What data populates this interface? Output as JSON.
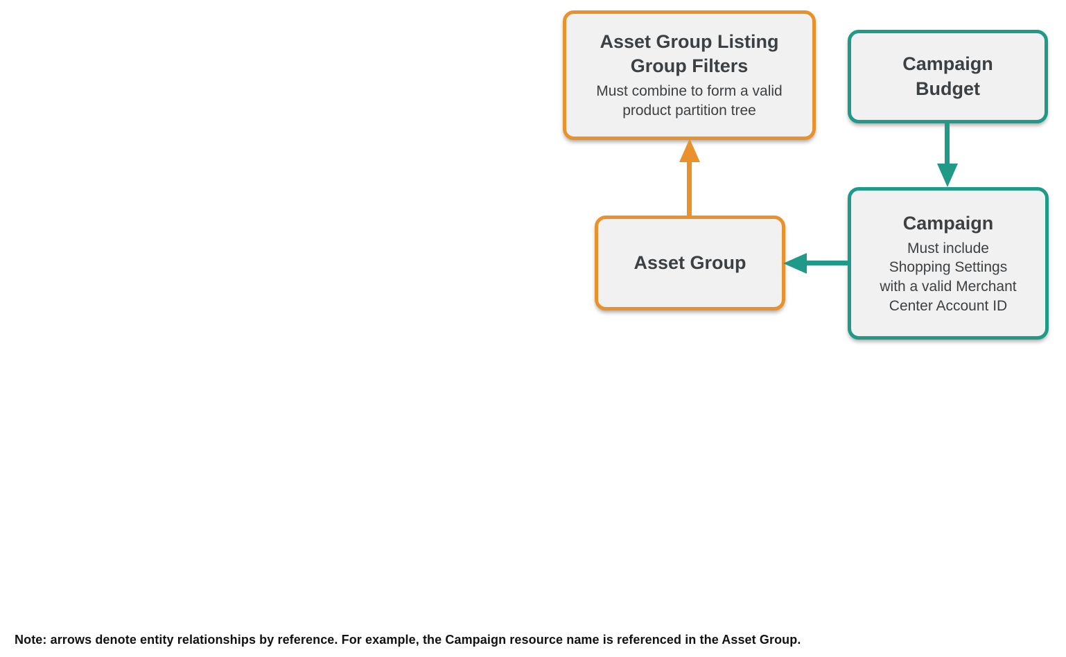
{
  "diagram": {
    "nodes": {
      "listing_filters": {
        "title": "Asset Group Listing\nGroup Filters",
        "subtitle": "Must combine to form a valid\nproduct partition tree",
        "accent_color": "#E8912D"
      },
      "campaign_budget": {
        "title": "Campaign\nBudget",
        "accent_color": "#1F9988"
      },
      "campaign": {
        "title": "Campaign",
        "subtitle": "Must include\nShopping Settings\nwith a valid Merchant\nCenter Account ID",
        "accent_color": "#1F9988"
      },
      "asset_group": {
        "title": "Asset Group",
        "accent_color": "#E8912D"
      }
    },
    "edges": [
      {
        "from": "asset_group",
        "to": "listing_filters",
        "direction": "up",
        "color": "#E8912D"
      },
      {
        "from": "campaign_budget",
        "to": "campaign",
        "direction": "down",
        "color": "#1F9988"
      },
      {
        "from": "campaign",
        "to": "asset_group",
        "direction": "left",
        "color": "#1F9988"
      }
    ],
    "colors": {
      "orange": "#E8912D",
      "teal": "#1F9988",
      "node_background": "#F1F1F2",
      "node_text": "#3C4043",
      "note_text": "#121212"
    }
  },
  "note": "Note: arrows denote entity relationships by reference. For example, the Campaign resource name is referenced in the Asset Group."
}
